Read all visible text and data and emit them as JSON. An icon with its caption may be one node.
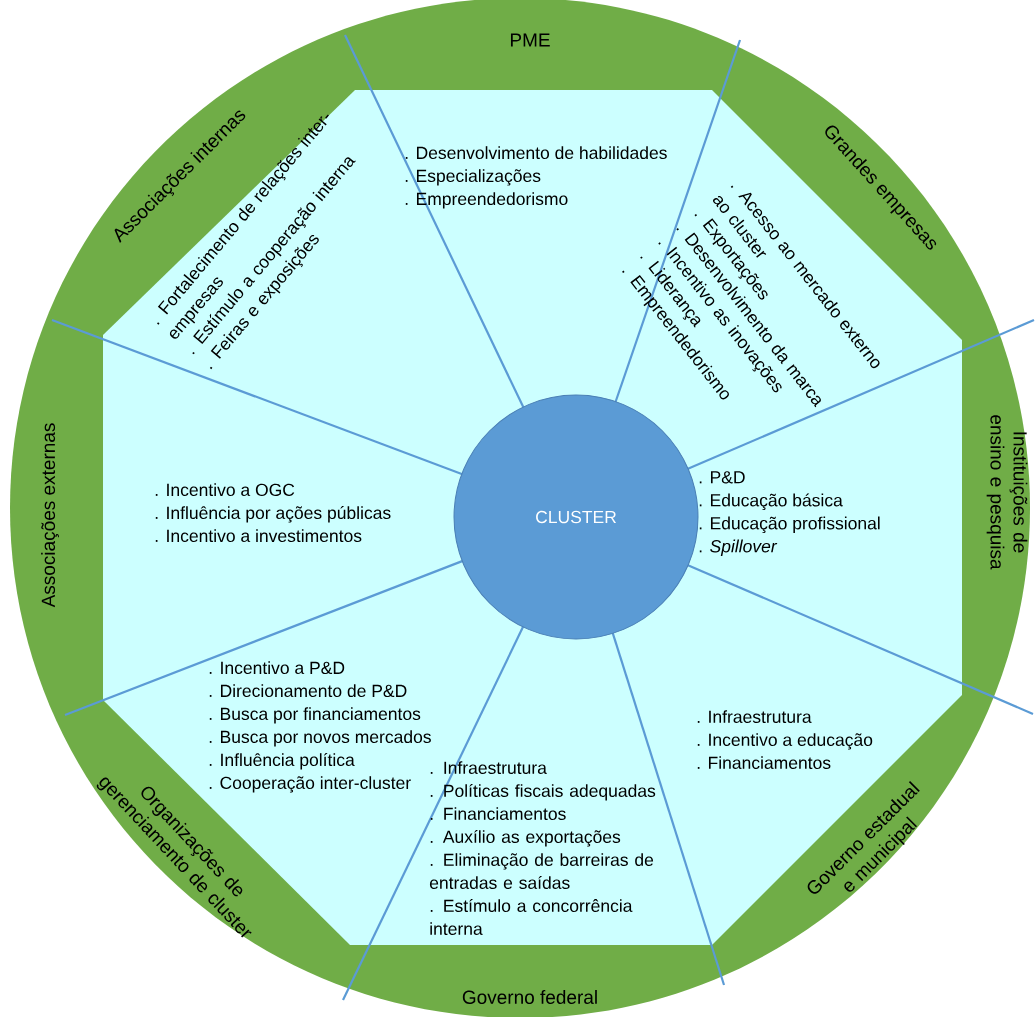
{
  "diagram": {
    "nodes": [
      {
        "text": [
          "PME"
        ]
      },
      {
        "text": [
          ". Desenvolvimento de habilidades",
          ". Especializações",
          ". Empreendedorismo"
        ]
      },
      {
        "text": [
          "Grandes empresas"
        ]
      },
      {
        "text": [
          ". Acesso ao mercado externo ao cluster",
          ". Exportações",
          ". Desenvolvimento da marca",
          ". Incentivo as inovações",
          ". Liderança",
          ". Empreendedorismo"
        ]
      },
      {
        "text": [
          "Instituições de ensino e pesquisa"
        ]
      },
      {
        "text": [
          ". P&D",
          ". Educação básica",
          ". Educação profissional",
          ". *Spillover*"
        ]
      },
      {
        "text": [
          "Governo estadual e municipal"
        ]
      },
      {
        "text": [
          ". Infraestrutura",
          ". Incentivo a educação",
          ". Financiamentos"
        ]
      },
      {
        "text": [
          "Governo federal"
        ]
      },
      {
        "text": [
          ". Infraestrutura",
          ". Políticas fiscais adequadas",
          ". Financiamentos",
          ". Auxílio as exportações",
          ". Eliminação de barreiras de entradas e saídas",
          ". Estímulo a concorrência interna"
        ]
      },
      {
        "text": [
          "Organizações de gerenciamento de cluster"
        ]
      },
      {
        "text": [
          ". Incentivo a P&D",
          ". Direcionamento de P&D",
          ". Busca por financiamentos",
          ". Busca por novos mercados",
          ". Influência política",
          ". Cooperação inter-cluster"
        ]
      },
      {
        "text": [
          "Associações externas"
        ]
      },
      {
        "text": [
          ". Incentivo a OGC",
          ". Influência por ações públicas",
          ". Incentivo a investimentos"
        ]
      },
      {
        "text": [
          "Associações internas"
        ]
      },
      {
        "text": [
          ". Fortalecimento de relações inter-empresas",
          ". Estímulo a cooperação interna",
          ". Feiras e exposições"
        ]
      },
      {
        "text": [
          "CLUSTER"
        ]
      }
    ]
  }
}
